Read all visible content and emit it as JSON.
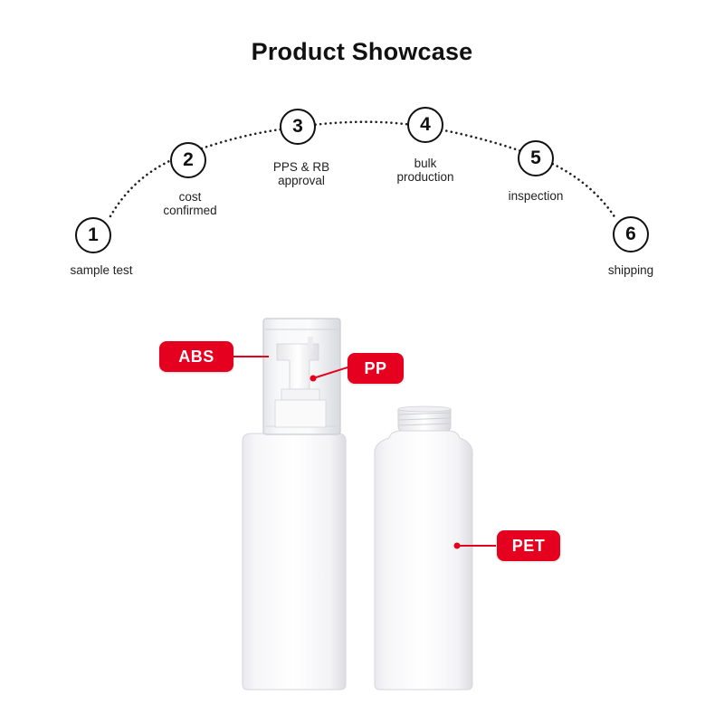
{
  "title": "Product Showcase",
  "process": {
    "steps": [
      {
        "number": "1",
        "label": "sample test"
      },
      {
        "number": "2",
        "label_line1": "cost",
        "label_line2": "confirmed"
      },
      {
        "number": "3",
        "label_line1": "PPS & RB",
        "label_line2": "approval"
      },
      {
        "number": "4",
        "label_line1": "bulk",
        "label_line2": "production"
      },
      {
        "number": "5",
        "label": "inspection"
      },
      {
        "number": "6",
        "label": "shipping"
      }
    ]
  },
  "materials": {
    "cap": "ABS",
    "pump": "PP",
    "bottle": "PET"
  },
  "colors": {
    "tag_red": "#e6001f",
    "text": "#111111"
  }
}
